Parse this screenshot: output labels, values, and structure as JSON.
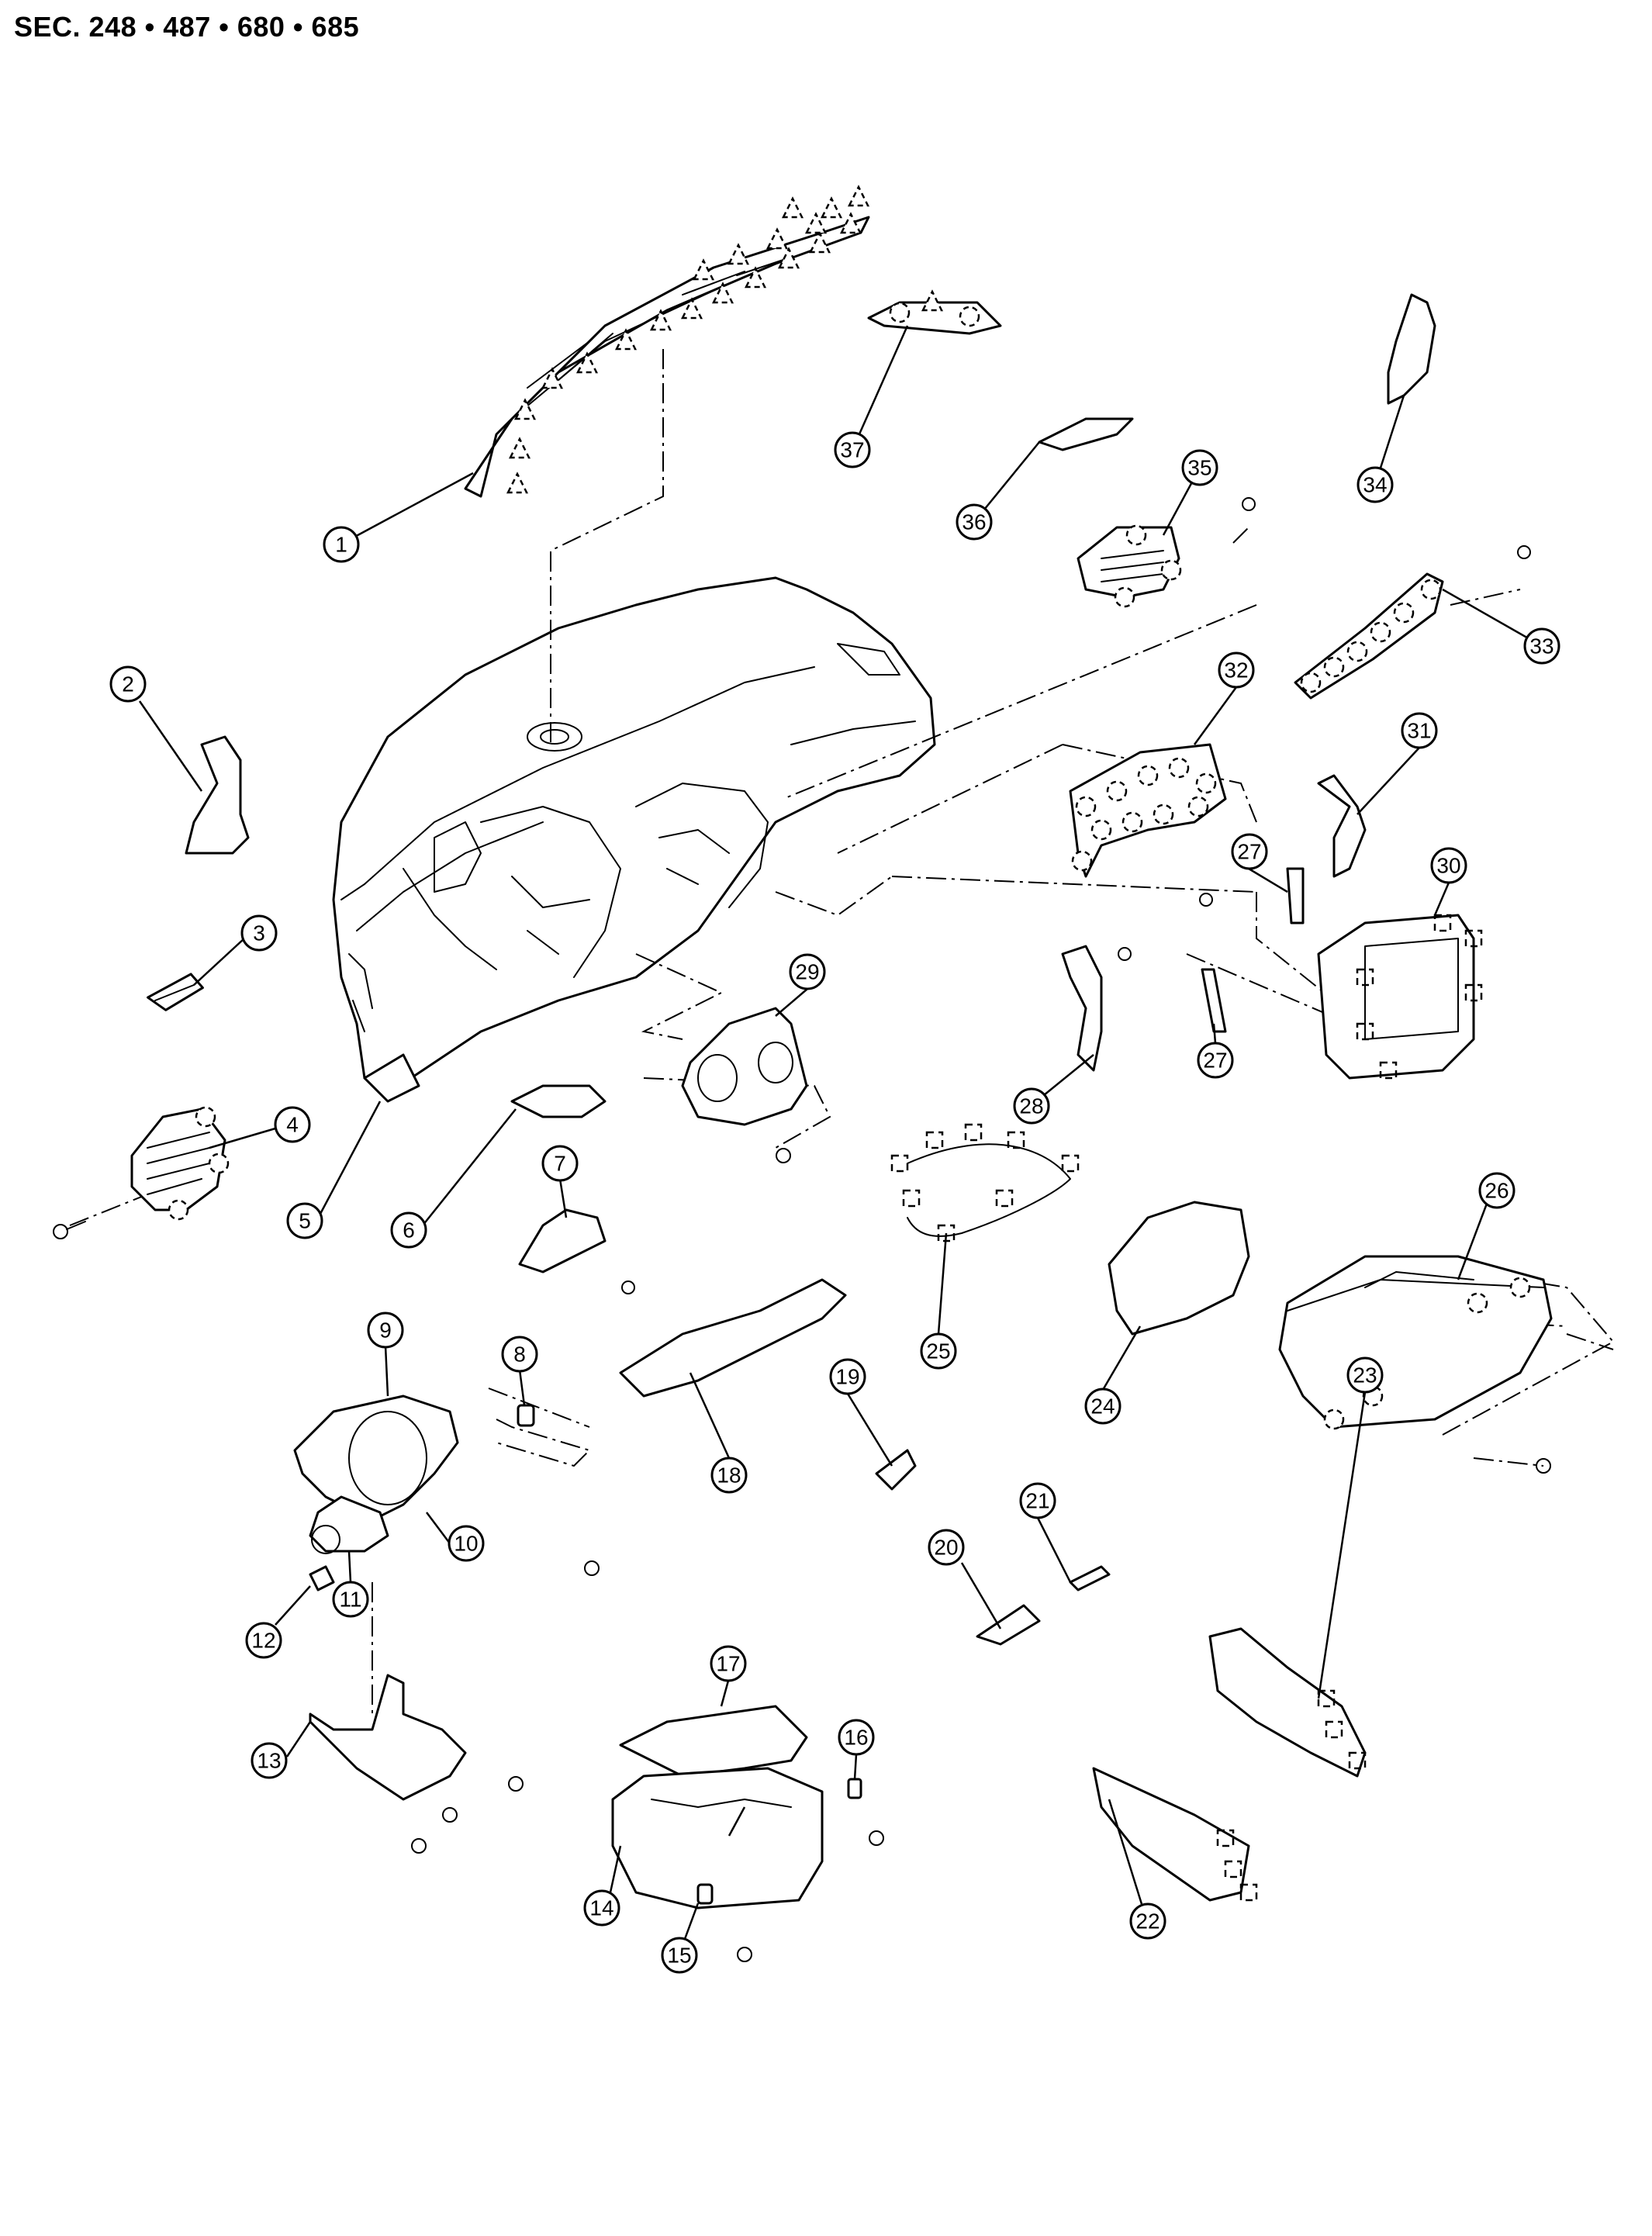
{
  "header": {
    "section_codes": "SEC. 248 • 487 • 680 • 685"
  },
  "callouts": [
    {
      "id": "1",
      "label": "1"
    },
    {
      "id": "2",
      "label": "2"
    },
    {
      "id": "3",
      "label": "3"
    },
    {
      "id": "4",
      "label": "4"
    },
    {
      "id": "5",
      "label": "5"
    },
    {
      "id": "6",
      "label": "6"
    },
    {
      "id": "7",
      "label": "7"
    },
    {
      "id": "8",
      "label": "8"
    },
    {
      "id": "9",
      "label": "9"
    },
    {
      "id": "10",
      "label": "10"
    },
    {
      "id": "11",
      "label": "11"
    },
    {
      "id": "12",
      "label": "12"
    },
    {
      "id": "13",
      "label": "13"
    },
    {
      "id": "14",
      "label": "14"
    },
    {
      "id": "15",
      "label": "15"
    },
    {
      "id": "16",
      "label": "16"
    },
    {
      "id": "17",
      "label": "17"
    },
    {
      "id": "18",
      "label": "18"
    },
    {
      "id": "19",
      "label": "19"
    },
    {
      "id": "20",
      "label": "20"
    },
    {
      "id": "21",
      "label": "21"
    },
    {
      "id": "22",
      "label": "22"
    },
    {
      "id": "23",
      "label": "23"
    },
    {
      "id": "24",
      "label": "24"
    },
    {
      "id": "25",
      "label": "25"
    },
    {
      "id": "26",
      "label": "26"
    },
    {
      "id": "27a",
      "label": "27"
    },
    {
      "id": "27b",
      "label": "27"
    },
    {
      "id": "28",
      "label": "28"
    },
    {
      "id": "29",
      "label": "29"
    },
    {
      "id": "30",
      "label": "30"
    },
    {
      "id": "31",
      "label": "31"
    },
    {
      "id": "32",
      "label": "32"
    },
    {
      "id": "33",
      "label": "33"
    },
    {
      "id": "34",
      "label": "34"
    },
    {
      "id": "35",
      "label": "35"
    },
    {
      "id": "36",
      "label": "36"
    },
    {
      "id": "37",
      "label": "37"
    }
  ]
}
